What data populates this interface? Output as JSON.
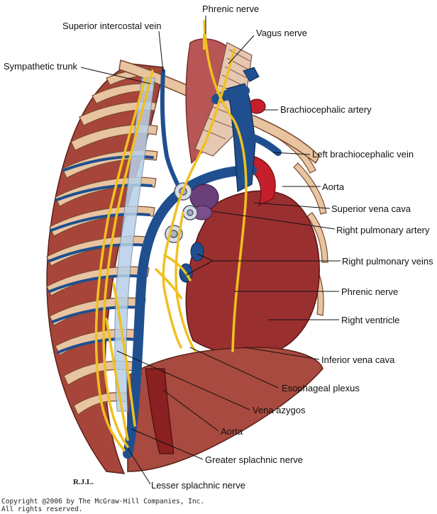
{
  "labels": {
    "phrenic_nerve_top": "Phrenic nerve",
    "superior_intercostal_vein": "Superior intercostal vein",
    "vagus_nerve": "Vagus nerve",
    "sympathetic_trunk": "Sympathetic trunk",
    "brachiocephalic_artery": "Brachiocephalic artery",
    "left_brachiocephalic_vein": "Left brachiocephalic vein",
    "aorta_top": "Aorta",
    "superior_vena_cava": "Superior vena cava",
    "right_pulmonary_artery": "Right pulmonary artery",
    "right_pulmonary_veins": "Right pulmonary veins",
    "phrenic_nerve_mid": "Phrenic nerve",
    "right_ventricle": "Right ventricle",
    "inferior_vena_cava": "Inferior vena cava",
    "esophageal_plexus": "Esophageal plexus",
    "vena_azygos": "Vena azygos",
    "aorta_bottom": "Aorta",
    "greater_splachnic_nerve": "Greater splachnic nerve",
    "lesser_splachnic_nerve": "Lesser splachnic nerve"
  },
  "signature": "R.J.L.",
  "copyright": {
    "line1": "Copyright @2006 by The McGraw-Hill Companies, Inc.",
    "line2": "All rights reserved."
  },
  "colors": {
    "muscle": "#a8453a",
    "rib": "#e8c4a0",
    "vein": "#1f4f8f",
    "nerve": "#f0c020",
    "heart": "#9a2f2f",
    "artery": "#c41f2a",
    "pulmonary_artery": "#6a3f7a",
    "leader": "#111111"
  }
}
